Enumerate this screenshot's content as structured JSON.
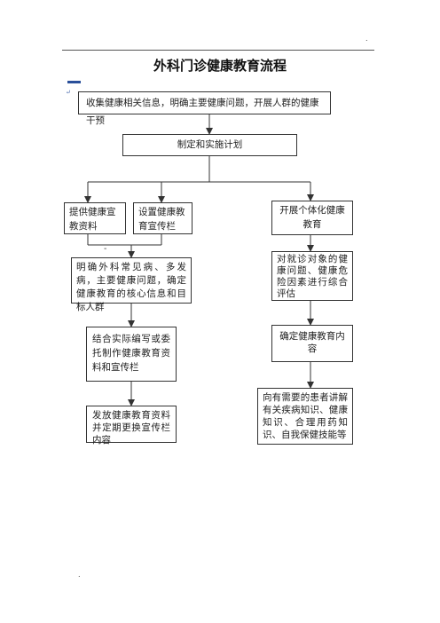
{
  "header": {
    "mark_top": ".",
    "mark_bottom": "."
  },
  "title": "外科门诊健康教育流程",
  "small_mark": "↵",
  "boxes": {
    "collect": "收集健康相关信息，明确主要健康问题，开展人群的健康干预",
    "plan": "制定和实施计划",
    "provide": "提供健康宣教资料",
    "setup": "设置健康教育宣传栏",
    "individual": "开展个体化健康教育",
    "identify": "明确外科常见病、多发病，主要健康问题，确定健康教育的核心信息和目标人群",
    "assess": "对就诊对象的健康问题、健康危险因素进行综合评估",
    "compile": "结合实际编写或委托制作健康教育资料和宣传栏",
    "content": "确定健康教育内容",
    "distribute": "发放健康教育资料并定期更换宣传栏内容",
    "explain": "向有需要的患者讲解有关疾病知识、健康知识、合理用药知识、自我保健技能等"
  },
  "dash_mark": "-"
}
